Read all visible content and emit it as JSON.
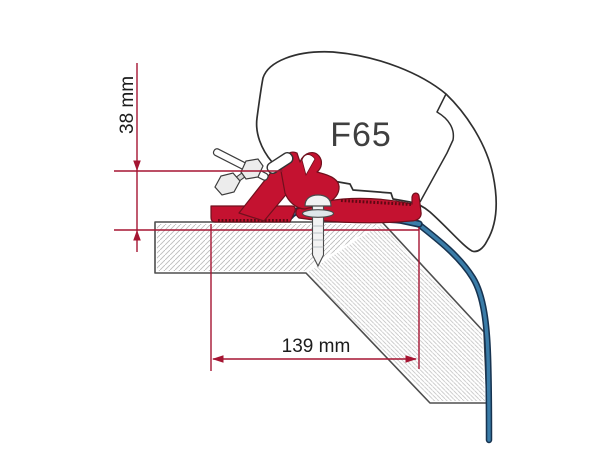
{
  "diagram": {
    "model_label": "F65",
    "dimension_vertical": "38 mm",
    "dimension_horizontal": "139 mm"
  },
  "colors": {
    "bracket_red": "#c41230",
    "bracket_outline": "#70101d",
    "dimension_red": "#a51532",
    "rail_blue": "#3a7ca8",
    "rail_blue_dark": "#173350",
    "case_outline": "#2f2f2f",
    "roof_outline": "#4e4e4e",
    "hatch_gray": "#bcbcbc",
    "label_gray": "#3f3f3f"
  }
}
